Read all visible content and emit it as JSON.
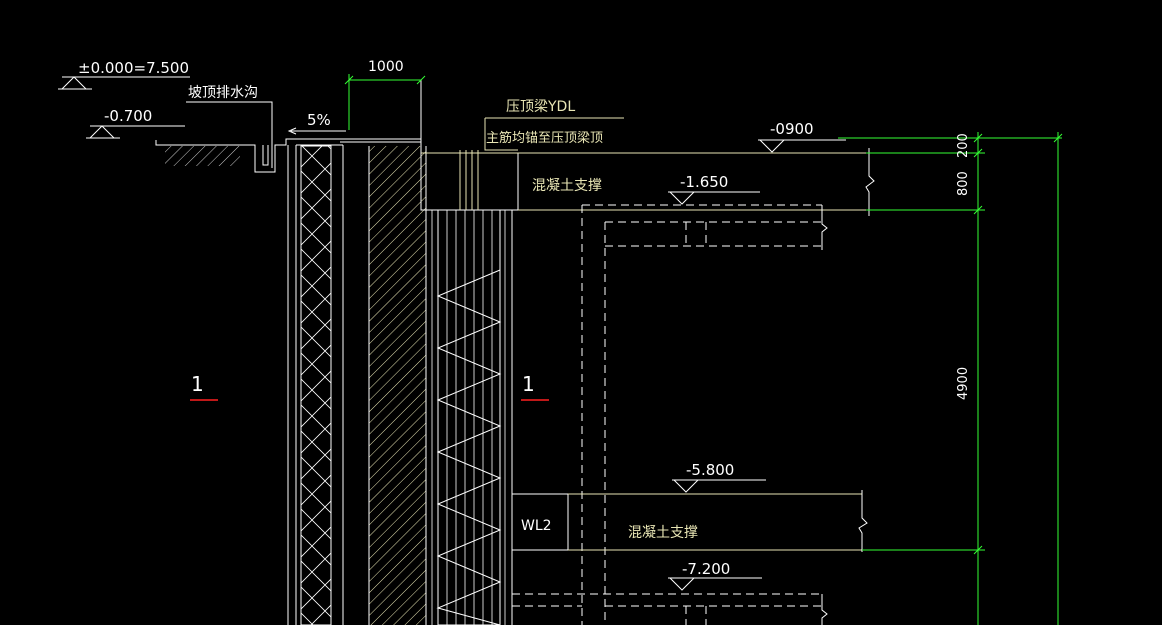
{
  "colors": {
    "background": "#000000",
    "white": "#FFFFFF",
    "yellow": "#E8E5B4",
    "green": "#33FF33",
    "red": "#FF2020"
  },
  "labels": {
    "ground_datum": "±0.000=7.500",
    "ditch": "坡顶排水沟",
    "elev_ditch": "-0.700",
    "slope": "5%",
    "width_1000": "1000",
    "crown_beam": "压顶梁YDL",
    "anchor_note": "主筋均锚至压顶梁顶",
    "elev_top": "-0900",
    "strut_top": "混凝土支撑",
    "elev_1650": "-1.650",
    "dim_200": "200",
    "dim_800": "800",
    "dim_4900": "4900",
    "section_left": "1",
    "section_right": "1",
    "elev_5800": "-5.800",
    "wl2": "WL2",
    "strut_low": "混凝土支撑",
    "elev_7200": "-7.200"
  }
}
